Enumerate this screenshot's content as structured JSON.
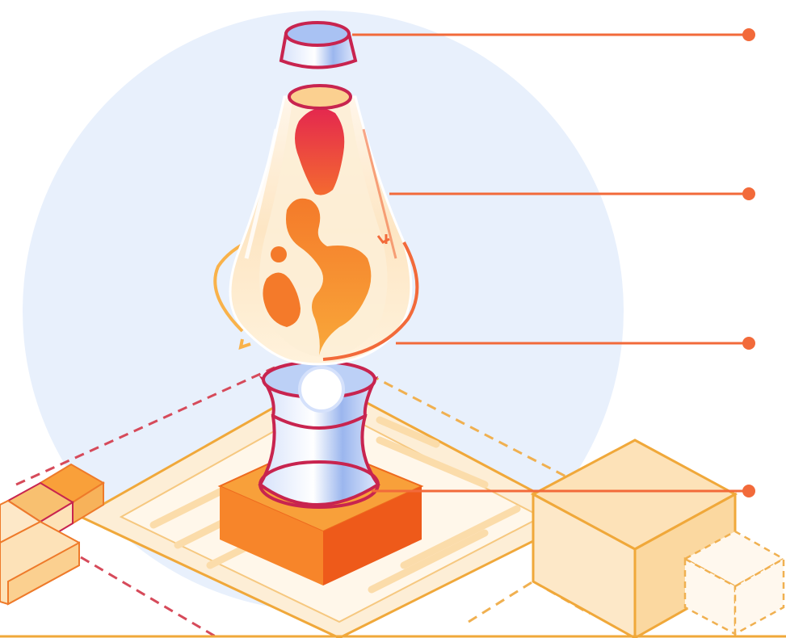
{
  "illustration": {
    "subject": "lava-lamp",
    "callouts": [
      {
        "part": "cap"
      },
      {
        "part": "glass-globe"
      },
      {
        "part": "cycle-arrow"
      },
      {
        "part": "base"
      }
    ]
  },
  "colors": {
    "background_circle": "#e8f0fc",
    "callout_line": "#f26a3a",
    "outline": "#c8244f",
    "lava_red": "#e8324a",
    "lava_orange": "#f58a2a",
    "lava_light": "#f9b24a",
    "chrome_blue": "#a9c2f3",
    "platform_fill": "#fde8c8",
    "platform_stroke": "#f0a83a",
    "dashed_red": "#d64a5a",
    "dashed_orange": "#f0b050",
    "base_top": "#f8a03a",
    "base_side": "#ee6a1e"
  }
}
